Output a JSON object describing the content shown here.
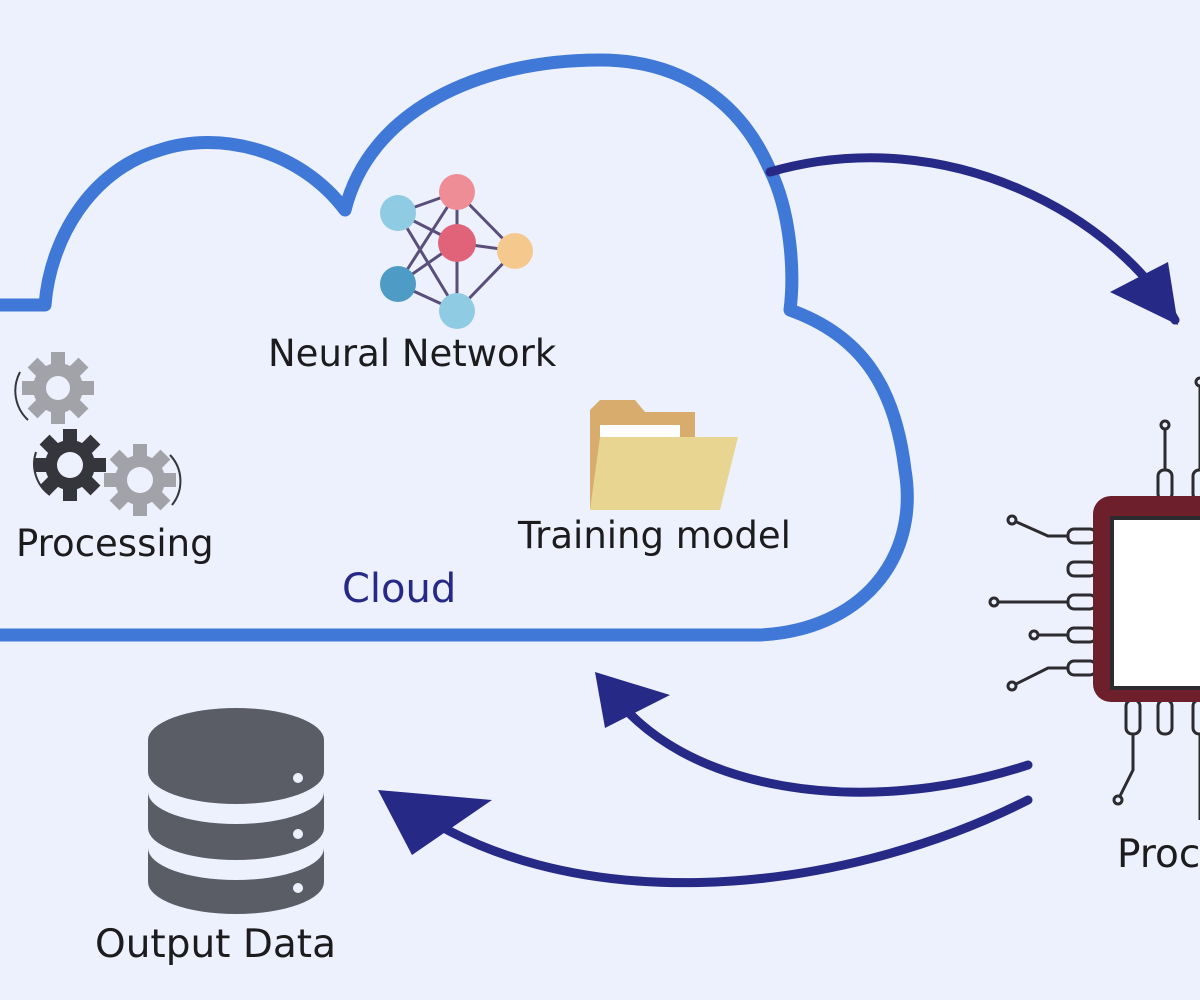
{
  "labels": {
    "neural_network": "Neural Network",
    "processing": "Processing",
    "training_model": "Training model",
    "cloud": "Cloud",
    "output_data": "Output Data",
    "processor_partial": "Proc"
  },
  "colors": {
    "background": "#edf1fd",
    "cloud_outline": "#3f78d6",
    "arrow": "#262a86",
    "chip_body": "#6e1f2c",
    "database": "#5b5d66",
    "folder": "#e8d591",
    "gear_dark": "#35363b",
    "gear_light": "#a2a3a8",
    "nn_node_pink": "#ee8d96",
    "nn_node_red": "#e0637a",
    "nn_node_light_blue": "#8fcbe2",
    "nn_node_blue": "#4e9cc6",
    "nn_node_orange": "#f5c98e"
  },
  "icons": {
    "cloud": "cloud-outline-icon",
    "neural_network": "neural-network-icon",
    "processing": "gears-icon",
    "training_model": "folder-icon",
    "output_data": "database-icon",
    "processor": "microchip-icon"
  }
}
